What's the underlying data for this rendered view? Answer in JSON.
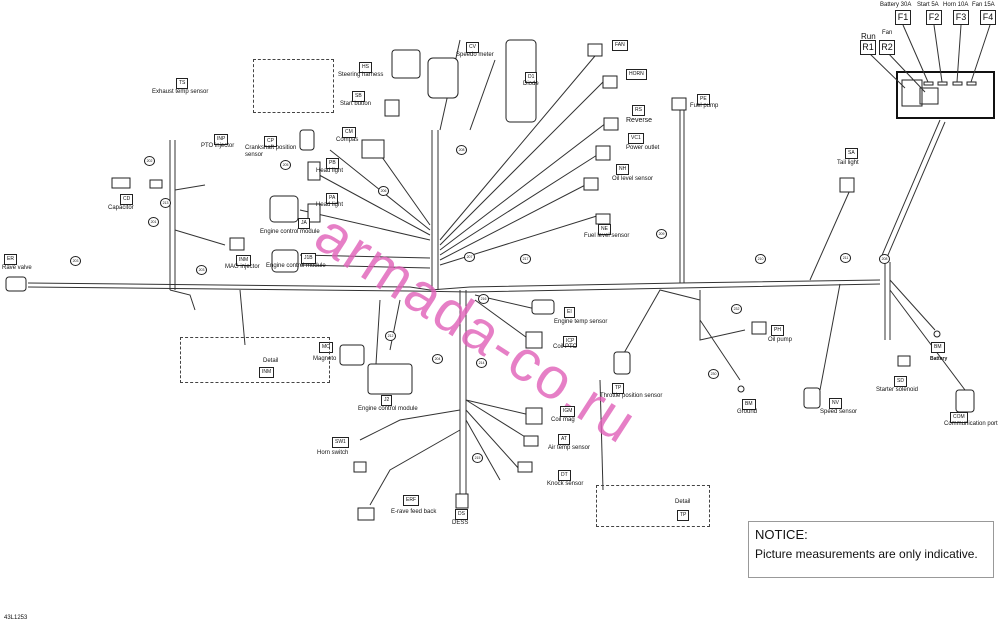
{
  "document_number": "43L1253",
  "watermark": "armada-co.ru",
  "notice": {
    "title": "NOTICE:",
    "text": "Picture measurements are only indicative."
  },
  "fuse_box": {
    "fuses": [
      {
        "code": "F1",
        "label": "Battery 30A"
      },
      {
        "code": "F2",
        "label": "Start 5A"
      },
      {
        "code": "F3",
        "label": "Horn 10A"
      },
      {
        "code": "F4",
        "label": "Fan 15A"
      }
    ],
    "relays": [
      {
        "code": "R1",
        "label": "Run"
      },
      {
        "code": "R2",
        "label": "Fan"
      }
    ]
  },
  "components": [
    {
      "code": "ER",
      "label": "Rave valve"
    },
    {
      "code": "TS",
      "label": "Exhaust temp sensor"
    },
    {
      "code": "CD",
      "label": "Capacitor"
    },
    {
      "code": "INP",
      "label": "PTO injector"
    },
    {
      "code": "INM",
      "label": "MAG injector"
    },
    {
      "code": "CP",
      "label": "Crankshaft position sensor"
    },
    {
      "code": "HS",
      "label": "Steering harness"
    },
    {
      "code": "SB",
      "label": "Start button"
    },
    {
      "code": "CM",
      "label": "Compas"
    },
    {
      "code": "CV",
      "label": "Speedo meter"
    },
    {
      "code": "D1",
      "label": "Diode"
    },
    {
      "code": "PB",
      "label": "Head light"
    },
    {
      "code": "PA",
      "label": "Head light"
    },
    {
      "code": "JA",
      "label": "Engine control module"
    },
    {
      "code": "J1B",
      "label": "Engine control module"
    },
    {
      "code": "FAN",
      "label": ""
    },
    {
      "code": "HORN",
      "label": ""
    },
    {
      "code": "RS",
      "label": "Reverse"
    },
    {
      "code": "VC1",
      "label": "Power outlet"
    },
    {
      "code": "NH",
      "label": "Oil level sensor"
    },
    {
      "code": "NE",
      "label": "Fuel level sensor"
    },
    {
      "code": "PE",
      "label": "Fuel pump"
    },
    {
      "code": "SA",
      "label": "Tail light"
    },
    {
      "code": "MO",
      "label": "Magneto"
    },
    {
      "code": "J2",
      "label": "Engine control module"
    },
    {
      "code": "EI",
      "label": "Engine temp sensor"
    },
    {
      "code": "ICP",
      "label": "Coil PTO"
    },
    {
      "code": "IGM",
      "label": "Coil mag"
    },
    {
      "code": "AT",
      "label": "Air temp sensor"
    },
    {
      "code": "DT",
      "label": "Knock sensor"
    },
    {
      "code": "SW1",
      "label": "Horn switch"
    },
    {
      "code": "ERF",
      "label": "E-rave feed back"
    },
    {
      "code": "DS",
      "label": "DESS"
    },
    {
      "code": "TP",
      "label": "Throttle position sensor"
    },
    {
      "code": "PH",
      "label": "Oil pump"
    },
    {
      "code": "BM",
      "label": "Ground"
    },
    {
      "code": "NV",
      "label": "Speed sensor"
    },
    {
      "code": "SD",
      "label": "Starter solenoid"
    },
    {
      "code": "BM",
      "label": "Battery"
    },
    {
      "code": "COM",
      "label": "Communication port"
    }
  ],
  "details": [
    {
      "label": "Detail",
      "code": "INM"
    },
    {
      "label": "Detail",
      "code": "TP"
    }
  ],
  "wire_tags": [
    "203",
    "203",
    "202",
    "207",
    "217",
    "204",
    "209",
    "210",
    "211",
    "208",
    "208",
    "206",
    "205",
    "201",
    "213",
    "232",
    "230",
    "214",
    "215",
    "212",
    "216"
  ]
}
